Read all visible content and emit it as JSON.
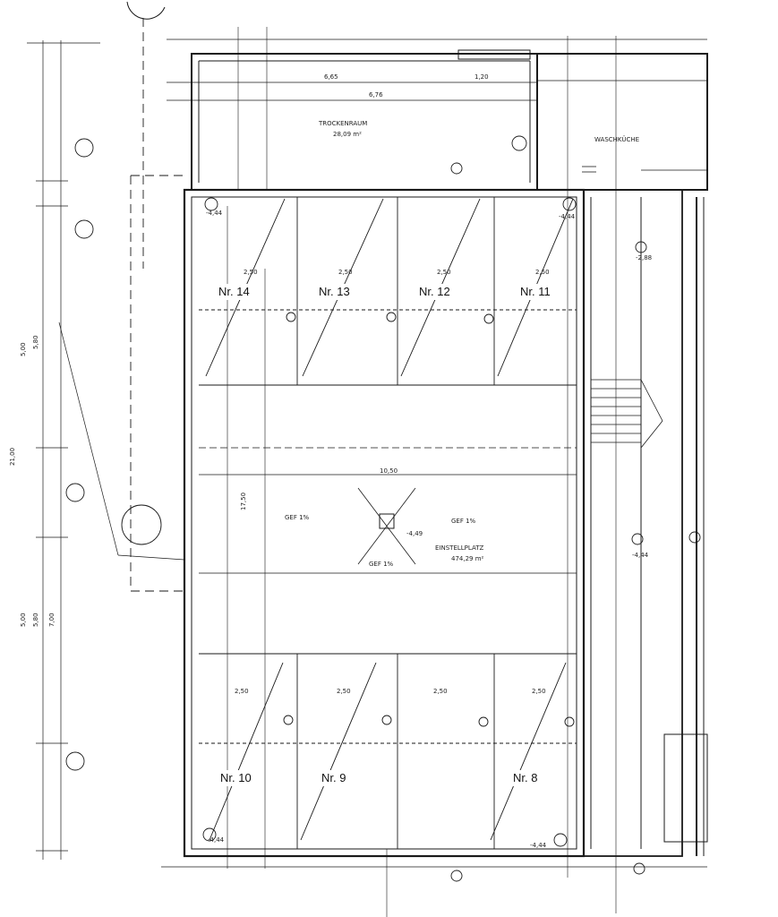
{
  "parking_spaces": {
    "nr14": "Nr. 14",
    "nr13": "Nr. 13",
    "nr12": "Nr. 12",
    "nr11": "Nr. 11",
    "nr10": "Nr. 10",
    "nr9": "Nr. 9",
    "nr8": "Nr. 8"
  },
  "rooms": {
    "trockenraum": "TROCKENRAUM",
    "trockenraum_area": "28,09 m²",
    "waschkueche": "WASCHKÜCHE",
    "einstellplatz": "EINSTELLPLATZ",
    "einstellplatz_area": "474,29 m²"
  },
  "dimensions": {
    "d1": "6,65",
    "d2": "6,76",
    "d3": "1,20",
    "d4": "2,50",
    "d5": "2,50",
    "d6": "2,50",
    "d7": "2,50",
    "d8": "2,50",
    "d9": "2,50",
    "d10": "2,50",
    "d11": "2,50",
    "d12": "10,50",
    "d13": "5,00",
    "d14": "5,00",
    "d15": "17,50",
    "d16": "21,00",
    "d17": "7,00",
    "d18": "5,80",
    "d19": "5,80"
  },
  "levels": {
    "l1": "-4,44",
    "l2": "-4,44",
    "l3": "-4,44",
    "l4": "-4,49",
    "l5": "-4,44",
    "l6": "-4,44",
    "l7": "-2,88"
  },
  "slope_labels": {
    "s1": "GEF 1%",
    "s2": "GEF 1%",
    "s3": "GEF 1%"
  }
}
